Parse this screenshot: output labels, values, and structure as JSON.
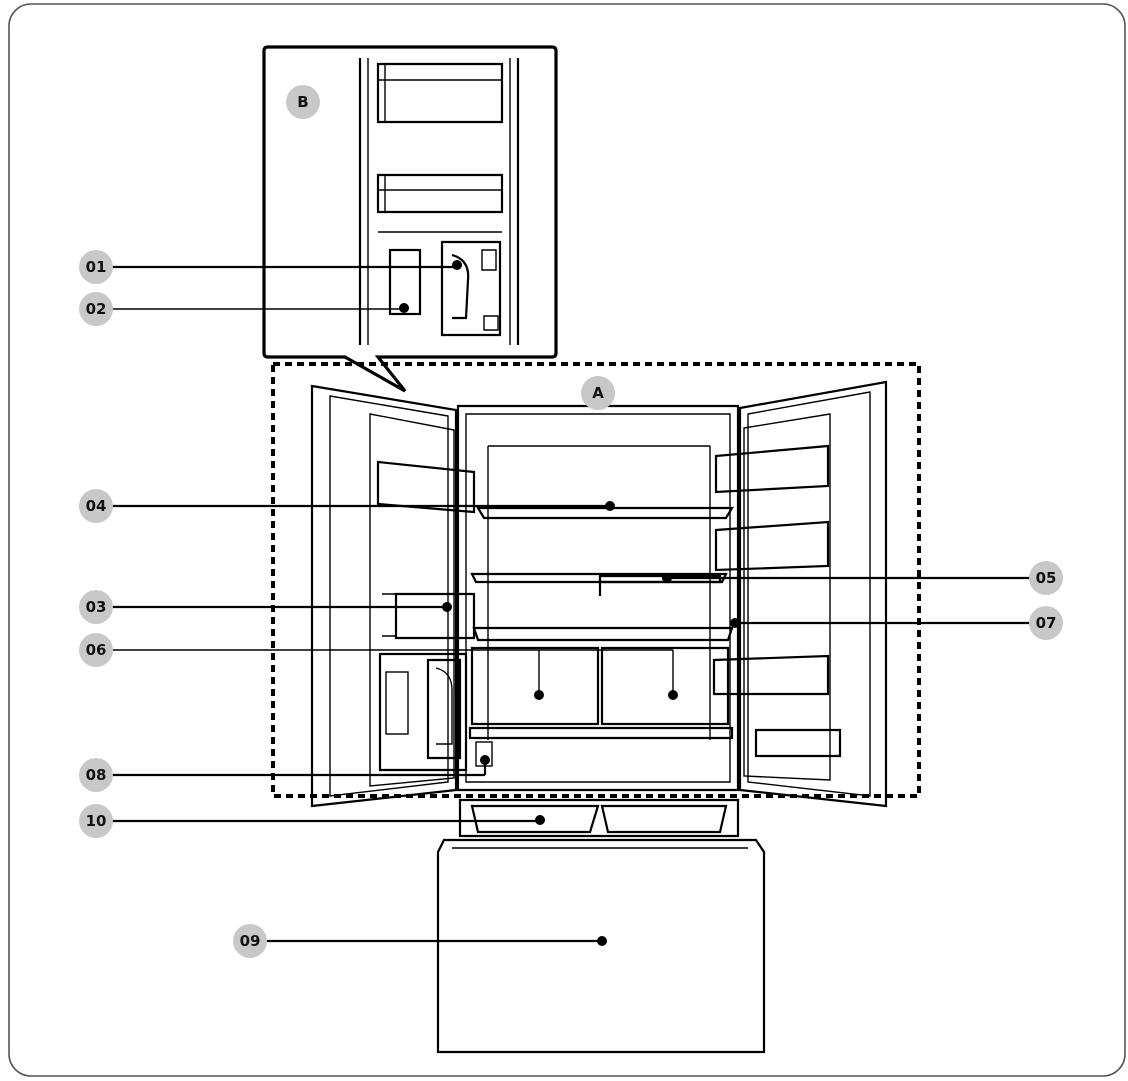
{
  "inset_label": "B",
  "main_label": "A",
  "callouts": {
    "c01": "01",
    "c02": "02",
    "c03": "03",
    "c04": "04",
    "c05": "05",
    "c06": "06",
    "c07": "07",
    "c08": "08",
    "c09": "09",
    "c10": "10"
  },
  "colors": {
    "badge_fill": "#c8c8c8",
    "line": "#000000",
    "frame": "#555555"
  }
}
